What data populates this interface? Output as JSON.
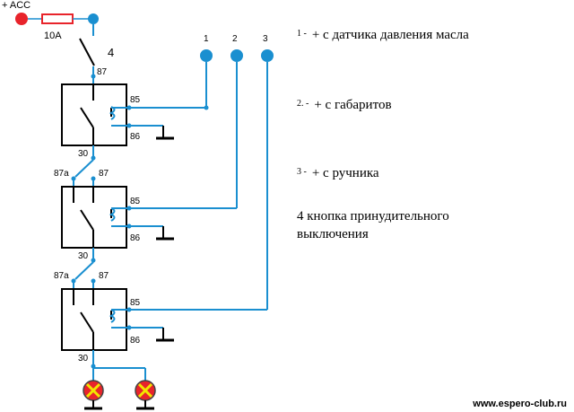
{
  "supply": {
    "label": "+ ACC",
    "fuse_label": "10A"
  },
  "switch": {
    "number_label": "4"
  },
  "pins": {
    "p87": "87",
    "p87a": "87a",
    "p85": "85",
    "p86": "86",
    "p30": "30"
  },
  "inputs": [
    {
      "label": "1"
    },
    {
      "label": "2"
    },
    {
      "label": "3"
    }
  ],
  "legend": [
    {
      "num": "1 -",
      "text": "+ с датчика давления масла"
    },
    {
      "num": "2. -",
      "text": "+ с габаритов"
    },
    {
      "num": "3 -",
      "text": "+ с ручника"
    },
    {
      "text": "4  кнопка  принудительного выключения"
    }
  ],
  "colors": {
    "wire": "#1a8fd0",
    "supply_dot": "#e8242b",
    "fuse": "#e8242b",
    "lamp": "#e8242b",
    "lamp_cross": "#f2e600"
  },
  "watermark": "www.espero-club.ru"
}
